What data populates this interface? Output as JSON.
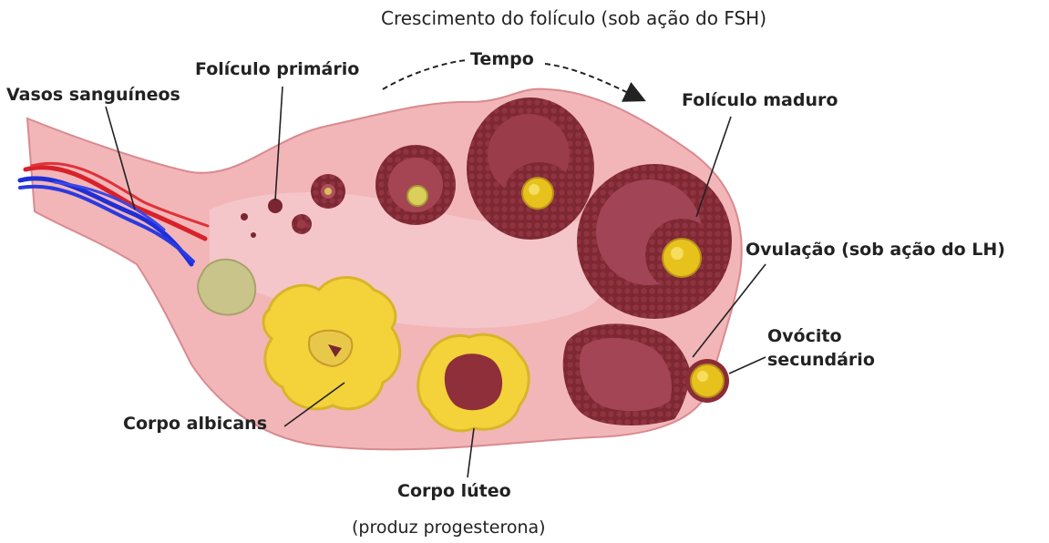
{
  "title": "Crescimento do folículo (sob ação do FSH)",
  "labels": {
    "tempo": "Tempo",
    "foliculo_primario": "Folículo primário",
    "vasos_sanguineos": "Vasos sanguíneos",
    "foliculo_maduro": "Folículo maduro",
    "ovulacao": "Ovulação  (sob ação do LH)",
    "ovocito_line1": "Ovócito",
    "ovocito_line2": "secundário",
    "corpo_albicans": "Corpo albicans",
    "corpo_luteo": "Corpo lúteo",
    "produz_progesterona": "(produz progesterona)"
  },
  "colors": {
    "ovary_tissue": "#f2b6b8",
    "follicle_wall": "#7a2630",
    "oocyte": "#e8c21c",
    "corpus_luteum": "#f3d23a",
    "corpus_albicans": "#c9c48a",
    "vessel_blue": "#1f2fd8",
    "vessel_red": "#d8212a"
  }
}
